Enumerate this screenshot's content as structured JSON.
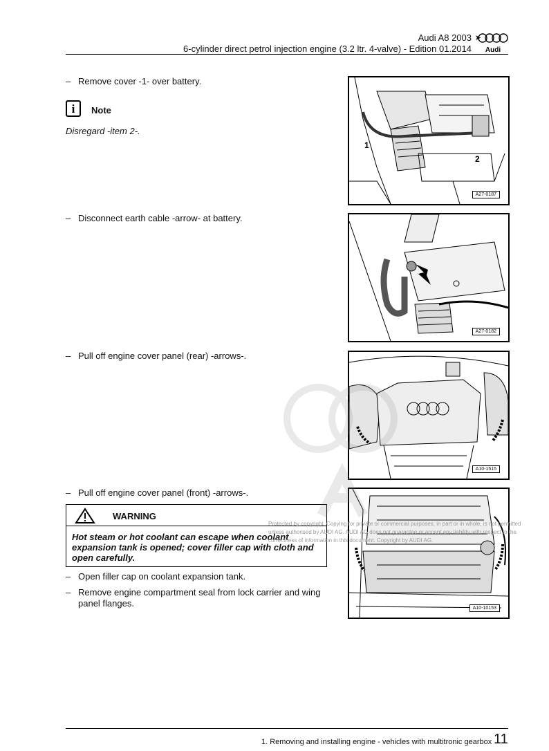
{
  "header": {
    "model": "Audi A8 2003",
    "model_arrow": "➤",
    "subtitle": "6-cylinder direct petrol injection engine (3.2 ltr. 4-valve) - Edition 01.2014",
    "logo_text": "Audi"
  },
  "steps": [
    {
      "dash": "–",
      "text": "Remove cover -1- over battery."
    },
    {
      "dash": "–",
      "text": "Disconnect earth cable -arrow- at battery."
    },
    {
      "dash": "–",
      "text": "Pull off engine cover panel (rear) -arrows-."
    },
    {
      "dash": "–",
      "text": "Pull off engine cover panel (front) -arrows-."
    },
    {
      "dash": "–",
      "text": "Open filler cap on coolant expansion tank."
    },
    {
      "dash": "–",
      "text": "Remove engine compartment seal from lock carrier and wing panel flanges."
    }
  ],
  "note": {
    "icon_glyph": "i",
    "label": "Note",
    "text": "Disregard -item 2-."
  },
  "warning": {
    "label": "WARNING",
    "text": "Hot steam or hot coolant can escape when coolant expansion tank is opened; cover filler cap with cloth and open carefully."
  },
  "figures": [
    {
      "code": "A27-0187",
      "callout_1": "1",
      "callout_2": "2"
    },
    {
      "code": "A27-0182"
    },
    {
      "code": "A10-1515"
    },
    {
      "code": "A10-10153"
    }
  ],
  "watermark": {
    "text": "Protected by copyright. Copying for private or commercial purposes, in part or in whole, is not permitted unless authorised by AUDI AG. AUDI AG does not guarantee or accept any liability with respect to the correctness of information in this document. Copyright by AUDI AG."
  },
  "footer": {
    "section": "1. Removing and installing engine - vehicles with multitronic gearbox",
    "page": "11"
  }
}
